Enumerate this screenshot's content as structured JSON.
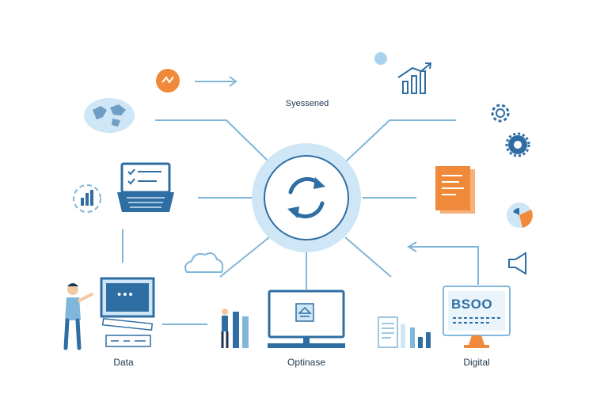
{
  "labels": {
    "top": "Syessened",
    "left": "Data",
    "center": "Optinase",
    "right": "Digital"
  },
  "screens": {
    "digital_monitor_text": "BSOO",
    "left_monitor_text": "•••"
  },
  "icons": [
    "orange-badge-icon",
    "arrow-right-icon",
    "world-map-icon",
    "growth-chart-icon",
    "gear-icon",
    "cog-icon",
    "laptop-checklist-icon",
    "refresh-cycle-icon",
    "bar-chart-circle-icon",
    "document-icon",
    "pie-gauge-icon",
    "megaphone-icon",
    "cloud-icon",
    "person-icon",
    "monitor-icon",
    "bar-chart-icon"
  ],
  "colors": {
    "primary_blue": "#2f6ea3",
    "light_blue": "#cfe6f6",
    "line_blue": "#7fb6d9",
    "accent_orange": "#f08a3a",
    "text": "#1f3550"
  }
}
